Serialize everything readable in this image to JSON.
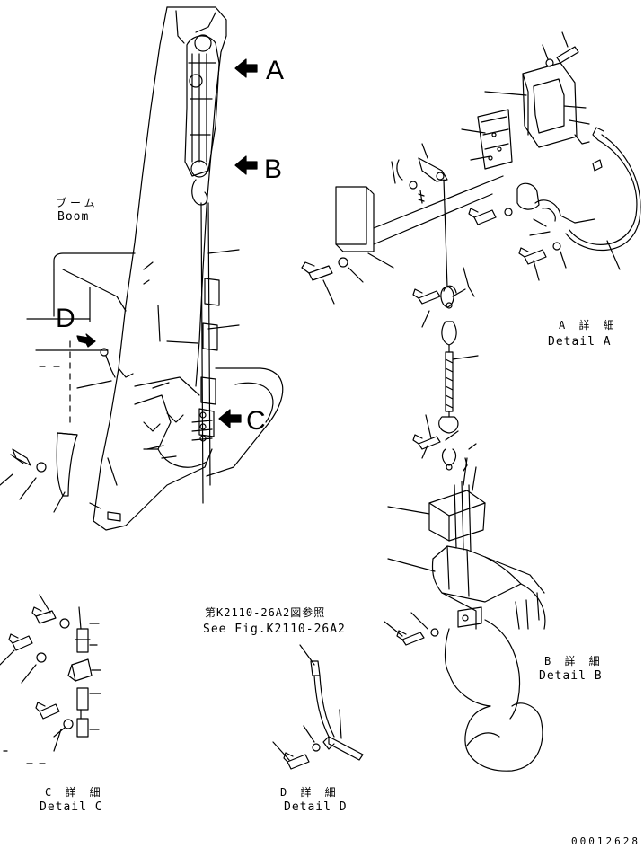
{
  "labels": {
    "boom_jp": "ブーム",
    "boom_en": "Boom",
    "arrow_a": "A",
    "arrow_b": "B",
    "arrow_c": "C",
    "arrow_d": "D",
    "detail_a_jp": "A 詳 細",
    "detail_a_en": "Detail A",
    "detail_b_jp": "B 詳 細",
    "detail_b_en": "Detail B",
    "detail_c_jp": "C 詳 細",
    "detail_c_en": "Detail C",
    "detail_d_jp": "D 詳 細",
    "detail_d_en": "Detail D",
    "see_fig_jp": "第K2110-26A2図参照",
    "see_fig_en": "See Fig.K2110-26A2",
    "drawing_number": "00012628"
  }
}
